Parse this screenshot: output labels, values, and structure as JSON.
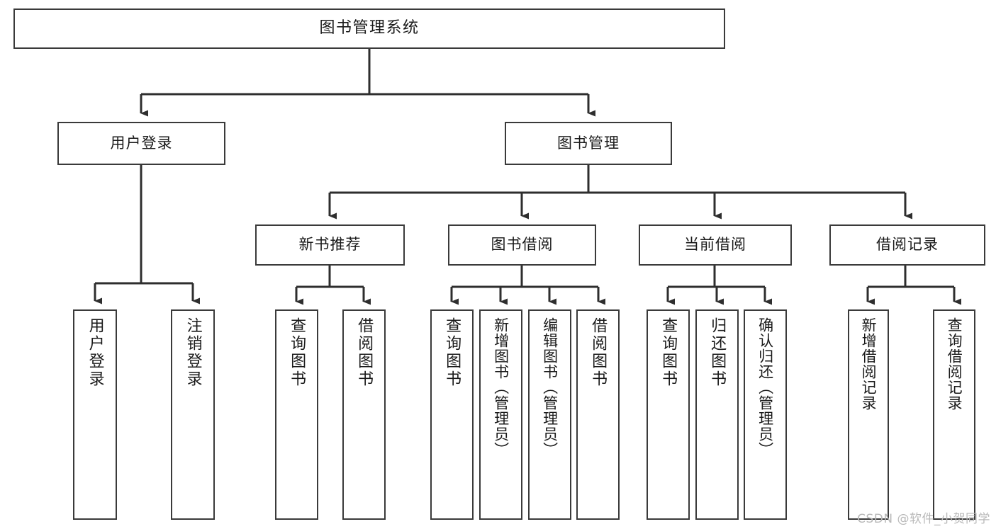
{
  "diagram": {
    "title": "图书管理系统",
    "type": "tree",
    "root": {
      "label": "图书管理系统"
    },
    "level2": [
      {
        "label": "用户登录"
      },
      {
        "label": "图书管理"
      }
    ],
    "level3": [
      {
        "label": "新书推荐"
      },
      {
        "label": "图书借阅"
      },
      {
        "label": "当前借阅"
      },
      {
        "label": "借阅记录"
      }
    ],
    "leaves": {
      "user_login": [
        {
          "label": "用户登录"
        },
        {
          "label": "注销登录"
        }
      ],
      "new_book_recommend": [
        {
          "label": "查询图书"
        },
        {
          "label": "借阅图书"
        }
      ],
      "book_borrow": [
        {
          "label": "查询图书"
        },
        {
          "label": "新增图书（管理员）"
        },
        {
          "label": "编辑图书（管理员）"
        },
        {
          "label": "借阅图书"
        }
      ],
      "current_borrow": [
        {
          "label": "查询图书"
        },
        {
          "label": "归还图书"
        },
        {
          "label": "确认归还（管理员）"
        }
      ],
      "borrow_record": [
        {
          "label": "新增借阅记录"
        },
        {
          "label": "查询借阅记录"
        }
      ]
    }
  },
  "watermark": {
    "text": "CSDN @软件_小贺同学"
  },
  "colors": {
    "background": "#ffffff",
    "box_border": "#3a3a3a",
    "box_fill": "#ffffff",
    "text": "#1a1a1a",
    "connector": "#2e2e2e",
    "watermark": "#b9b9b9"
  }
}
